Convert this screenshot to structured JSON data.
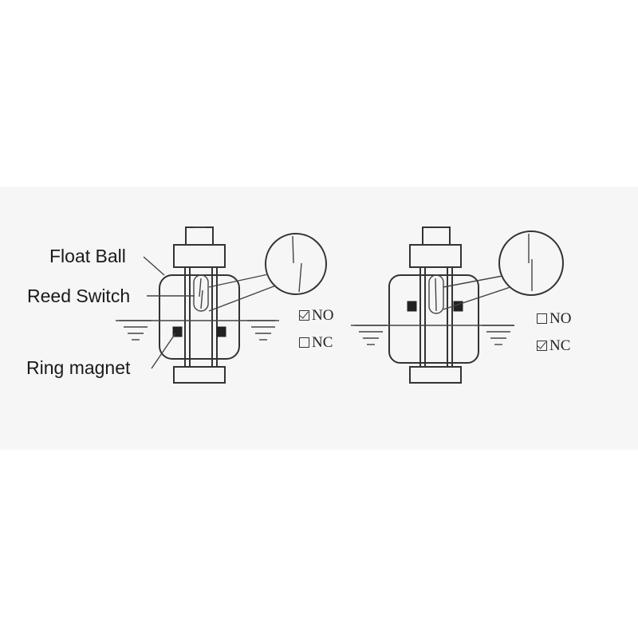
{
  "labels": {
    "float_ball": "Float Ball",
    "reed_switch": "Reed Switch",
    "ring_magnet": "Ring magnet"
  },
  "left_state": {
    "options": [
      {
        "label": "NO",
        "checked": true
      },
      {
        "label": "NC",
        "checked": false
      }
    ]
  },
  "right_state": {
    "options": [
      {
        "label": "NO",
        "checked": false
      },
      {
        "label": "NC",
        "checked": true
      }
    ]
  }
}
